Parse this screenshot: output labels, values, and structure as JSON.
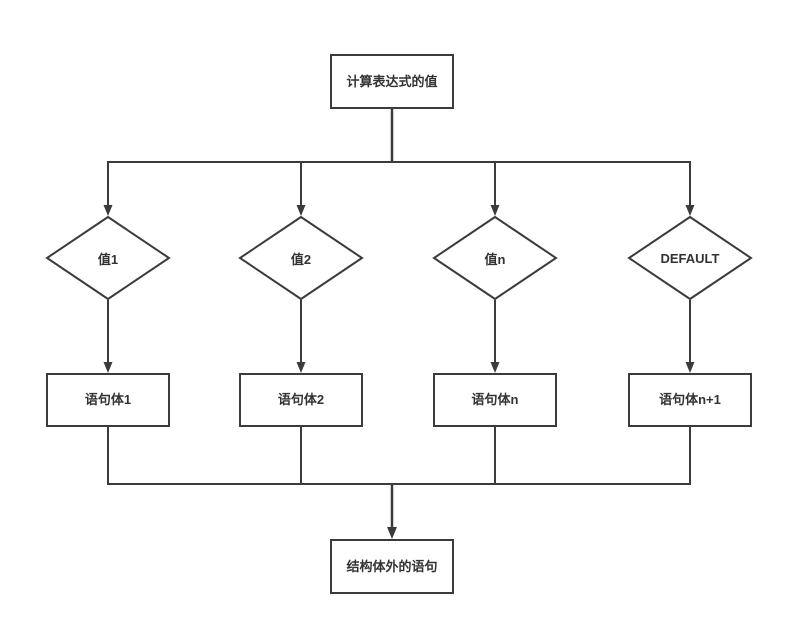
{
  "diagram": {
    "type": "flowchart",
    "description": "switch / multi-branch selection structure flowchart"
  },
  "nodes": {
    "start": {
      "label": "计算表达式的值"
    },
    "branches": [
      {
        "condition": "值1",
        "body": "语句体1"
      },
      {
        "condition": "值2",
        "body": "语句体2"
      },
      {
        "condition": "值n",
        "body": "语句体n"
      },
      {
        "condition": "DEFAULT",
        "body": "语句体n+1"
      }
    ],
    "end": {
      "label": "结构体外的语句"
    }
  },
  "colors": {
    "line": "#3b3b3b",
    "node_border": "#3b3b3b",
    "node_fill": "#ffffff",
    "text": "#333333",
    "background": "#ffffff"
  }
}
